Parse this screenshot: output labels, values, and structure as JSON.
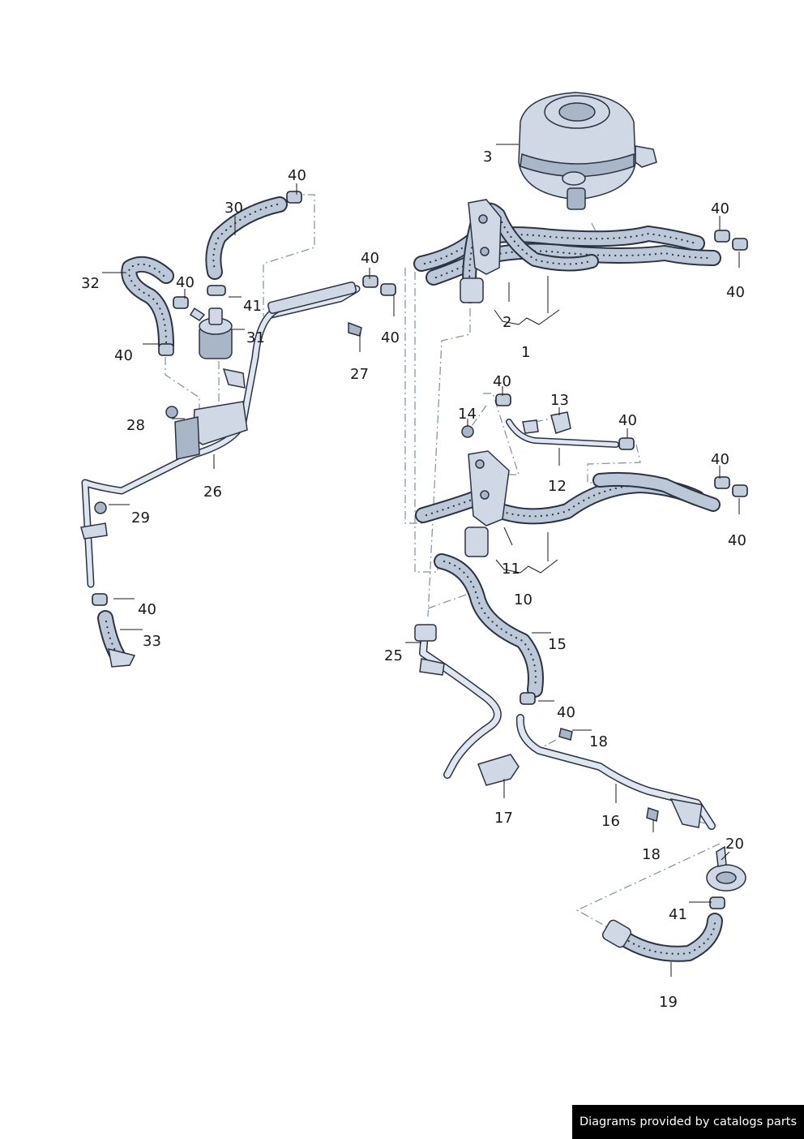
{
  "labels": {
    "l1": "1",
    "l2": "2",
    "l3": "3",
    "l10": "10",
    "l11": "11",
    "l12": "12",
    "l13": "13",
    "l14": "14",
    "l15": "15",
    "l16": "16",
    "l17": "17",
    "l18a": "18",
    "l18b": "18",
    "l19": "19",
    "l20": "20",
    "l25": "25",
    "l26": "26",
    "l27": "27",
    "l28": "28",
    "l29": "29",
    "l30": "30",
    "l31": "31",
    "l32": "32",
    "l33": "33",
    "l41a": "41",
    "l41b": "41",
    "l40a": "40",
    "l40b": "40",
    "l40c": "40",
    "l40d": "40",
    "l40e": "40",
    "l40f": "40",
    "l40g": "40",
    "l40h": "40",
    "l40i": "40",
    "l40j": "40",
    "l40k": "40",
    "l40l": "40",
    "l40m": "40"
  },
  "footer": {
    "text": "Diagrams provided by catalogs parts"
  },
  "colors": {
    "line": "#2a3344",
    "hose_fill": "#bcc8d8",
    "dash": "#7f8ea3",
    "footer_bg": "#000000"
  }
}
